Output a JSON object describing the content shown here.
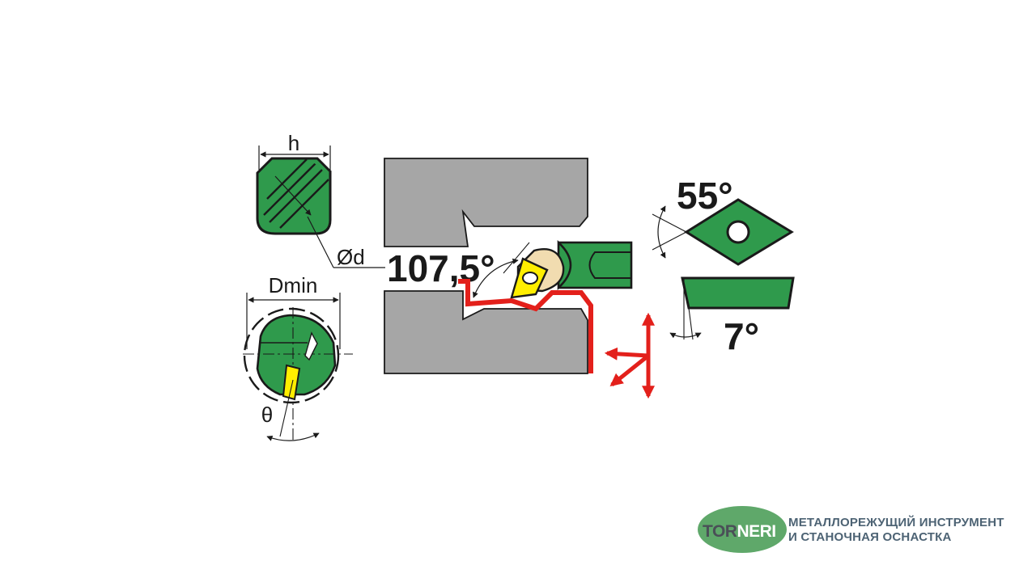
{
  "labels": {
    "h": "h",
    "od": "Ød",
    "dmin": "Dmin",
    "theta": "θ",
    "angle_main": "107,5°",
    "angle_insert": "55°",
    "angle_clearance": "7°"
  },
  "logo": {
    "part1": "TOR",
    "part2": "NERI",
    "tagline_line1": "МЕТАЛЛОРЕЖУЩИЙ ИНСТРУМЕНТ",
    "tagline_line2": "И СТАНОЧНАЯ ОСНАСТКА"
  },
  "colors": {
    "tool_green": "#2f9a4c",
    "workpiece_grey": "#a6a6a6",
    "insert_yellow": "#ffee00",
    "path_red": "#e3201b",
    "outline": "#1a1a1a",
    "logo_green": "#5fa86a",
    "tagline_blue": "#4d6374"
  }
}
